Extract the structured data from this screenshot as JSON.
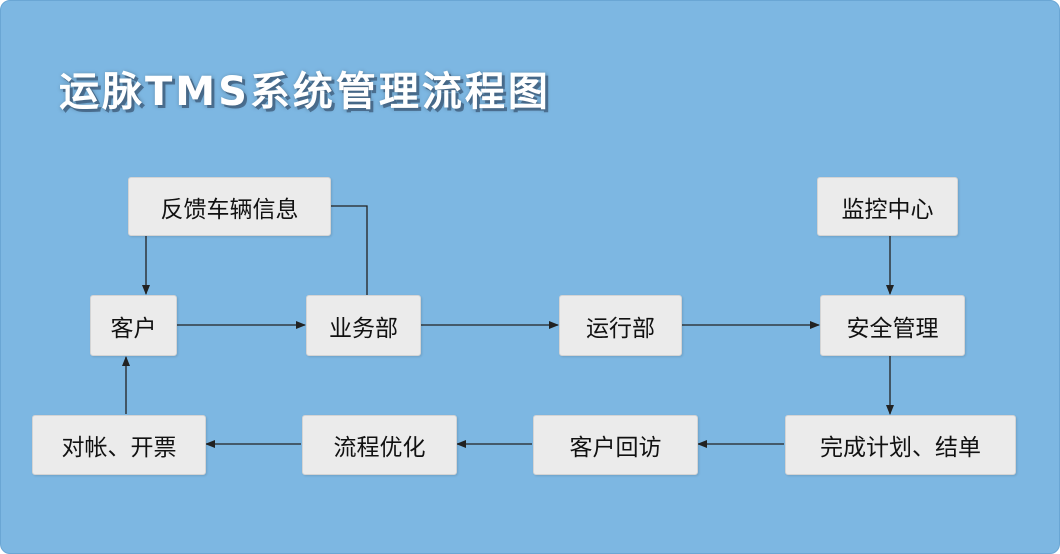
{
  "title": "运脉TMS系统管理流程图",
  "nodes": {
    "feedback": "反馈车辆信息",
    "customer": "客户",
    "business_dept": "业务部",
    "operations_dept": "运行部",
    "monitoring_center": "监控中心",
    "safety_management": "安全管理",
    "plan_complete": "完成计划、结单",
    "customer_visit": "客户回访",
    "process_optimize": "流程优化",
    "reconcile_invoice": "对帐、开票"
  },
  "colors": {
    "background": "#7db7e2",
    "node_fill": "#ebebeb",
    "arrow": "#222222",
    "title": "#ffffff"
  }
}
